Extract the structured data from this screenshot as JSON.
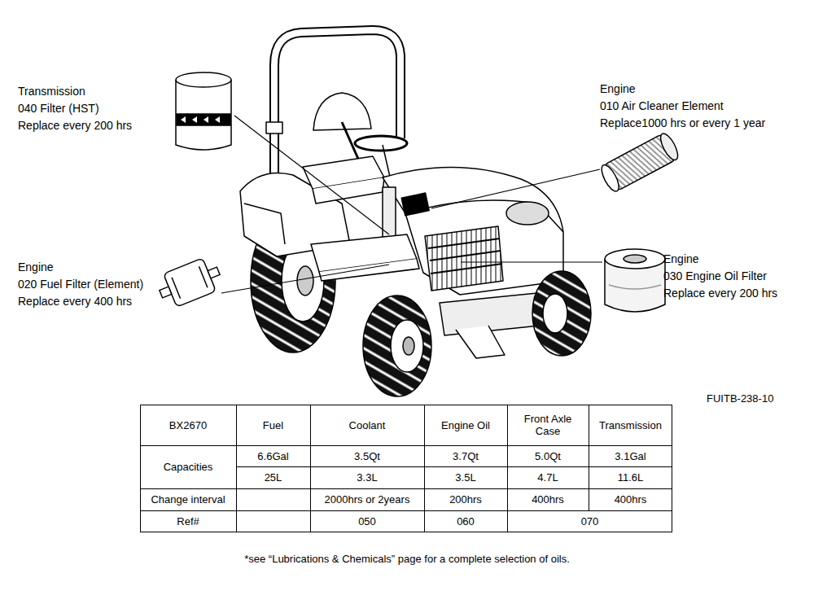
{
  "diagram": {
    "labels": [
      "Transmission",
      "040 Filter (HST)",
      "Replace every 200 hrs",
      "Engine",
      "010 Air Cleaner Element",
      "Replace1000 hrs or every 1 year",
      "Engine",
      "020 Fuel Filter (Element)",
      "Replace every 400 hrs",
      "Engine",
      "030 Engine Oil Filter",
      "Replace every 200 hrs",
      "FUITB-238-10",
      "BX2670",
      "Fuel",
      "Coolant",
      "Engine Oil",
      "Front Axle Case",
      "Transmission",
      "Capacities",
      "6.6Gal",
      "3.5Qt",
      "3.7Qt",
      "5.0Qt",
      "3.1Gal",
      "25L",
      "3.3L",
      "3.5L",
      "4.7L",
      "11.6L",
      "Change interval",
      "2000hrs or 2years",
      "200hrs",
      "400hrs",
      "400hrs",
      "Ref#",
      "050",
      "060",
      "070",
      "*see “Lubrications & Chemicals” page for a complete selection of oils."
    ]
  }
}
